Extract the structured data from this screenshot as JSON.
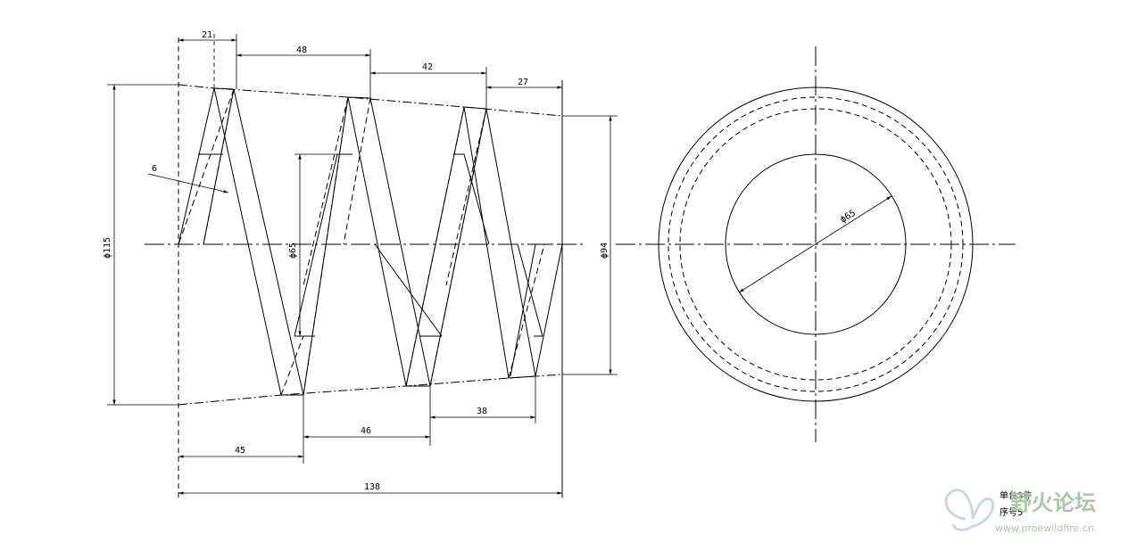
{
  "dimensions": {
    "d1": "21",
    "d2": "48",
    "d3": "42",
    "d4": "27",
    "wire": "6",
    "dia_outer": "ϕ115",
    "dia_mid": "ϕ65",
    "dia_small": "ϕ94",
    "b1": "45",
    "b2": "46",
    "b3": "38",
    "total": "138",
    "circle_dia": "ϕ65"
  },
  "notes": {
    "line1": "单台3件",
    "line2": "序号5"
  },
  "watermark": {
    "title": "野火论坛",
    "url": "www.proewildfire.cn"
  },
  "colors": {
    "line": "#000000",
    "watermark": "#a9c9a4"
  }
}
